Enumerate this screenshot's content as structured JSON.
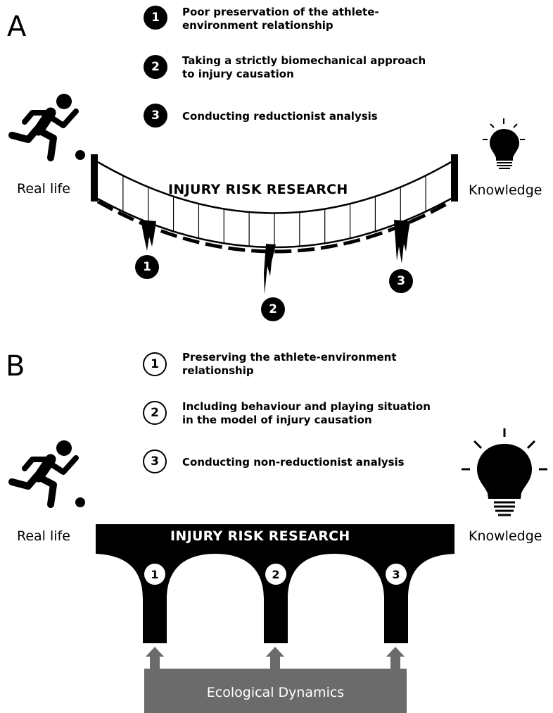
{
  "panel_a": {
    "letter": "A",
    "items": [
      {
        "number": "1",
        "text": "Poor preservation of the athlete-environment relationship"
      },
      {
        "number": "2",
        "text": "Taking a strictly biomechanical approach to injury causation"
      },
      {
        "number": "3",
        "text": "Conducting reductionist analysis"
      }
    ],
    "left_label": "Real life",
    "right_label": "Knowledge",
    "bridge_title": "INJURY RISK RESEARCH",
    "crack_numbers": [
      "1",
      "2",
      "3"
    ]
  },
  "panel_b": {
    "letter": "B",
    "items": [
      {
        "number": "1",
        "text": "Preserving the athlete-environment relationship"
      },
      {
        "number": "2",
        "text": "Including behaviour and playing situation in the model of injury causation"
      },
      {
        "number": "3",
        "text": "Conducting non-reductionist analysis"
      }
    ],
    "left_label": "Real life",
    "right_label": "Knowledge",
    "bridge_title": "INJURY RISK RESEARCH",
    "pillar_numbers": [
      "1",
      "2",
      "3"
    ],
    "foundation_label": "Ecological Dynamics"
  },
  "colors": {
    "ink": "#000000",
    "foundation": "#6b6b6b",
    "background": "#ffffff"
  }
}
